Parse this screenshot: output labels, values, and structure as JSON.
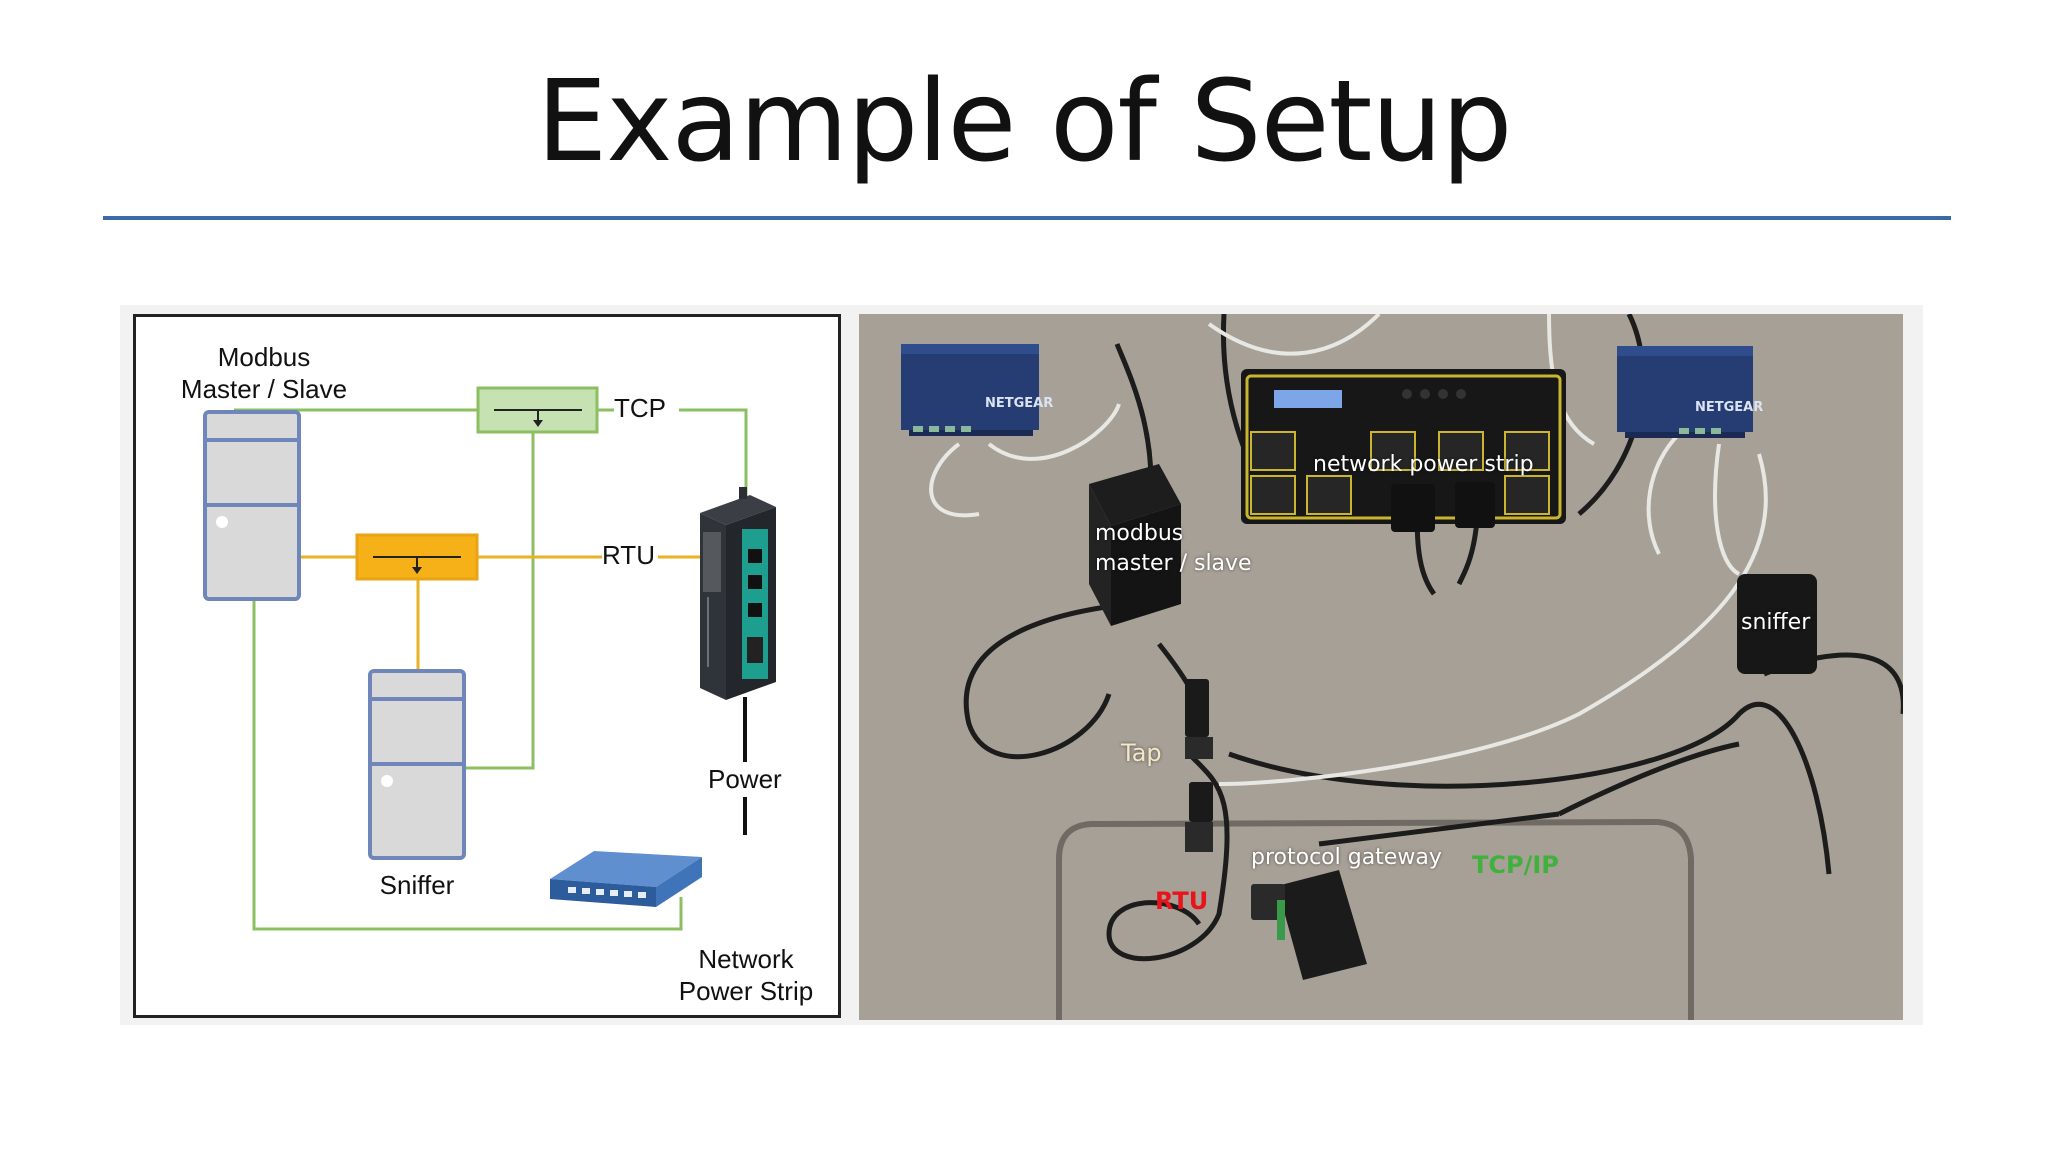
{
  "slide": {
    "title": "Example of Setup"
  },
  "diagram": {
    "labels": {
      "master_slave": "Modbus\nMaster / Slave",
      "tcp": "TCP",
      "rtu": "RTU",
      "power": "Power",
      "sniffer": "Sniffer",
      "power_strip": "Network\nPower Strip"
    },
    "colors": {
      "tcp_line": "#8cbf62",
      "rtu_line": "#e8b224",
      "device_fill": "#d9d9d9",
      "device_stroke": "#6f86bb",
      "tcp_tap": "#c6e2b2",
      "rtu_tap": "#f5b117"
    }
  },
  "photo": {
    "labels": {
      "power_strip": "network power strip",
      "master_slave": "modbus\nmaster / slave",
      "sniffer": "sniffer",
      "tap": "Tap",
      "gateway": "protocol gateway",
      "rtu": "RTU",
      "tcpip": "TCP/IP",
      "switch_left_brand": "NETGEAR",
      "switch_right_brand": "NETGEAR"
    },
    "colors": {
      "surface": "#aaa39a",
      "rtu_label": "#e8141c",
      "tcpip_label": "#3fb13c"
    }
  }
}
